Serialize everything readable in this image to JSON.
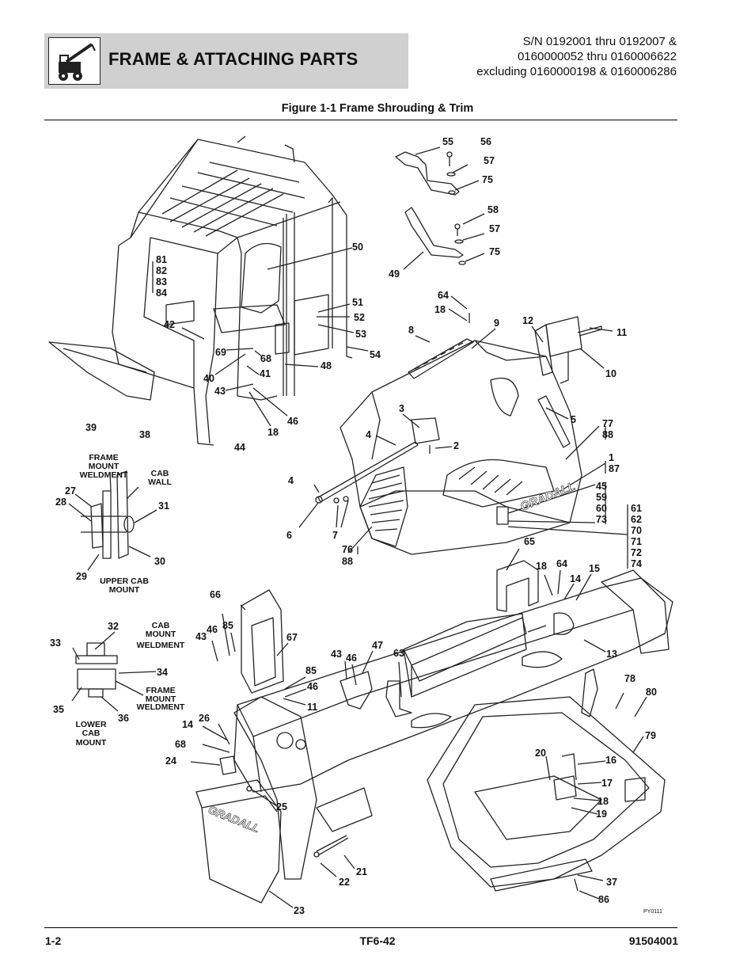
{
  "header": {
    "title": "FRAME & ATTACHING PARTS",
    "serial_lines": [
      "S/N 0192001 thru 0192007 &",
      "0160000052 thru 0160006622",
      "excluding 0160000198 & 0160006286"
    ],
    "logo_icon": "telehandler-machine-icon"
  },
  "figure": {
    "title": "Figure 1-1 Frame Shrouding & Trim",
    "drawing_code": "PY0111",
    "callouts": {
      "c55": "55",
      "c56": "56",
      "c57a": "57",
      "c75a": "75",
      "c58": "58",
      "c57b": "57",
      "c75b": "75",
      "c49": "49",
      "c50": "50",
      "c81": "81",
      "c82": "82",
      "c83": "83",
      "c84": "84",
      "c42": "42",
      "c51": "51",
      "c52": "52",
      "c53": "53",
      "c54": "54",
      "c69": "69",
      "c68a": "68",
      "c48": "48",
      "c40": "40",
      "c41": "41",
      "c43a": "43",
      "c46a": "46",
      "c18a": "18",
      "c39": "39",
      "c38": "38",
      "c44": "44",
      "c64a": "64",
      "c18b": "18",
      "c9": "9",
      "c8": "8",
      "c12": "12",
      "c11a": "11",
      "c10": "10",
      "c5": "5",
      "c77": "77",
      "c88a": "88",
      "c3": "3",
      "c4a": "4",
      "c2": "2",
      "c1": "1",
      "c87": "87",
      "c45": "45",
      "c59": "59",
      "c60": "60",
      "c73": "73",
      "c61": "61",
      "c62": "62",
      "c70": "70",
      "c71": "71",
      "c72": "72",
      "c74": "74",
      "c4b": "4",
      "c6": "6",
      "c7": "7",
      "c76": "76",
      "c88b": "88",
      "c27": "27",
      "c28": "28",
      "c31": "31",
      "c29": "29",
      "c30": "30",
      "c65": "65",
      "c18c": "18",
      "c64b": "64",
      "c14a": "14",
      "c15": "15",
      "c66": "66",
      "c46b": "46",
      "c85a": "85",
      "c43b": "43",
      "c67": "67",
      "c43c": "43",
      "c46c": "46",
      "c47": "47",
      "c63": "63",
      "c13": "13",
      "c85b": "85",
      "c46d": "46",
      "c11b": "11",
      "c78": "78",
      "c80": "80",
      "c32": "32",
      "c33": "33",
      "c34": "34",
      "c35": "35",
      "c36": "36",
      "c14b": "14",
      "c26": "26",
      "c68b": "68",
      "c24": "24",
      "c79": "79",
      "c20": "20",
      "c16": "16",
      "c17": "17",
      "c18d": "18",
      "c19": "19",
      "c25": "25",
      "c21": "21",
      "c22": "22",
      "c23": "23",
      "c37": "37",
      "c86": "86"
    },
    "captions": {
      "frame_mount_weldment_upper": [
        "FRAME",
        "MOUNT",
        "WELDMENT"
      ],
      "cab_wall": [
        "CAB",
        "WALL"
      ],
      "upper_cab_mount": [
        "UPPER CAB",
        "MOUNT"
      ],
      "cab_mount_weldment": [
        "CAB",
        "MOUNT",
        "WELDMENT"
      ],
      "frame_mount_weldment_lower": [
        "FRAME",
        "MOUNT",
        "WELDMENT"
      ],
      "lower_cab_mount": [
        "LOWER",
        "CAB",
        "MOUNT"
      ]
    },
    "brand_marks": [
      "GRADALL",
      "GRADALL"
    ]
  },
  "footer": {
    "page": "1-2",
    "model": "TF6-42",
    "part_number": "91504001"
  }
}
